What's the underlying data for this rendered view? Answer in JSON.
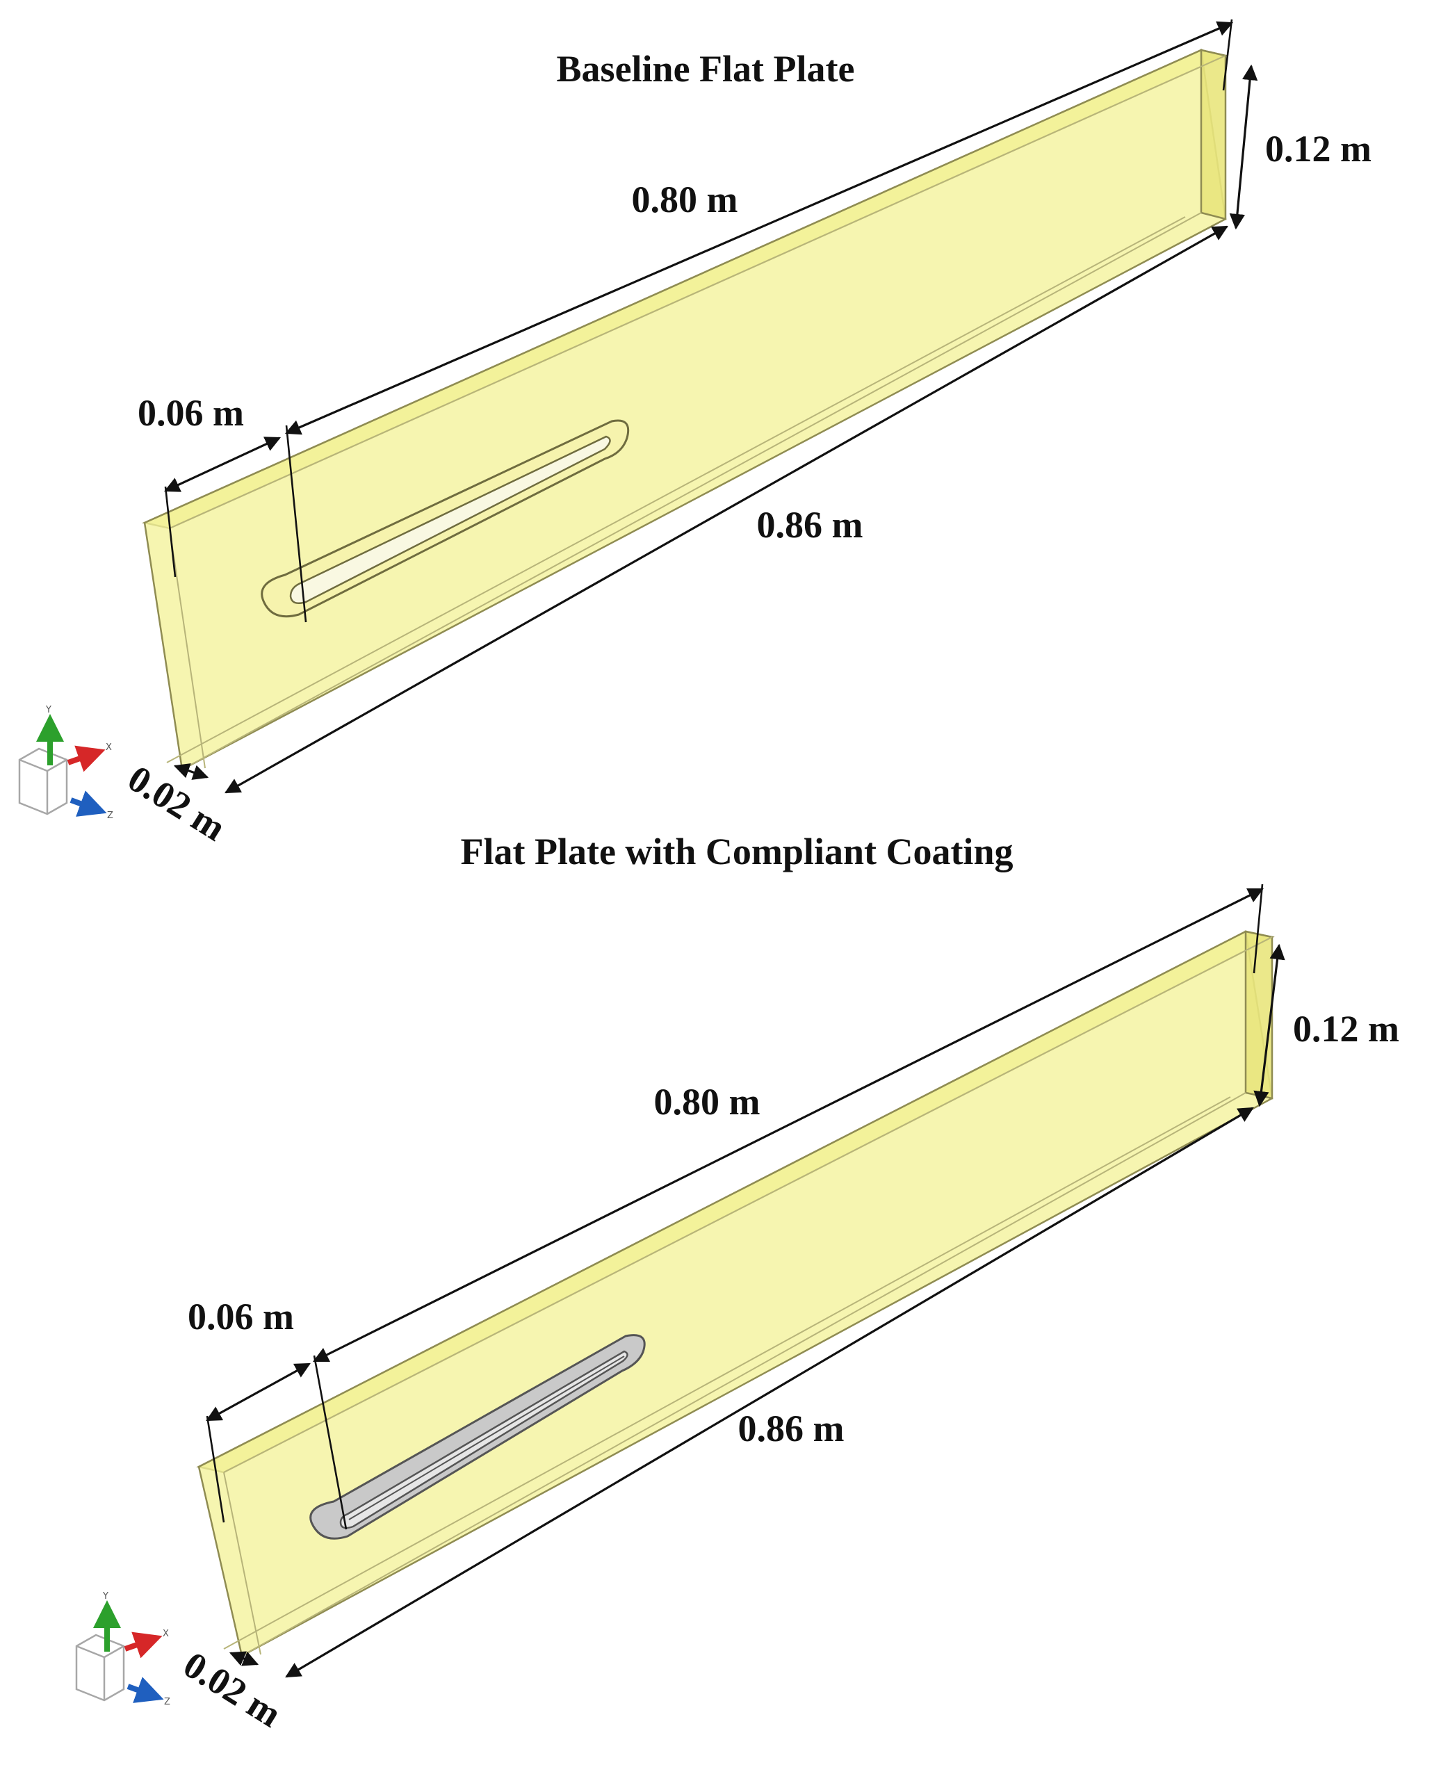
{
  "panels": [
    {
      "title": "Baseline Flat Plate",
      "labels": {
        "length_top": "0.80 m",
        "length_bottom": "0.86 m",
        "height": "0.12 m",
        "offset": "0.06 m",
        "thickness": "0.02 m"
      },
      "slot_type": "empty cavity",
      "axes": {
        "y": "Y",
        "x": "X",
        "z": "Z"
      }
    },
    {
      "title": "Flat Plate with Compliant Coating",
      "labels": {
        "length_top": "0.80 m",
        "length_bottom": "0.86 m",
        "height": "0.12 m",
        "offset": "0.06 m",
        "thickness": "0.02 m"
      },
      "slot_type": "compliant coating insert",
      "axes": {
        "y": "Y",
        "x": "X",
        "z": "Z"
      }
    }
  ],
  "colors": {
    "plate_fill": "#f4f29a",
    "coating_fill": "#c9c9c9",
    "axis_y": "#2ca02c",
    "axis_x": "#d62728",
    "axis_z": "#1f5fbf",
    "dimension_lines": "#111111"
  }
}
